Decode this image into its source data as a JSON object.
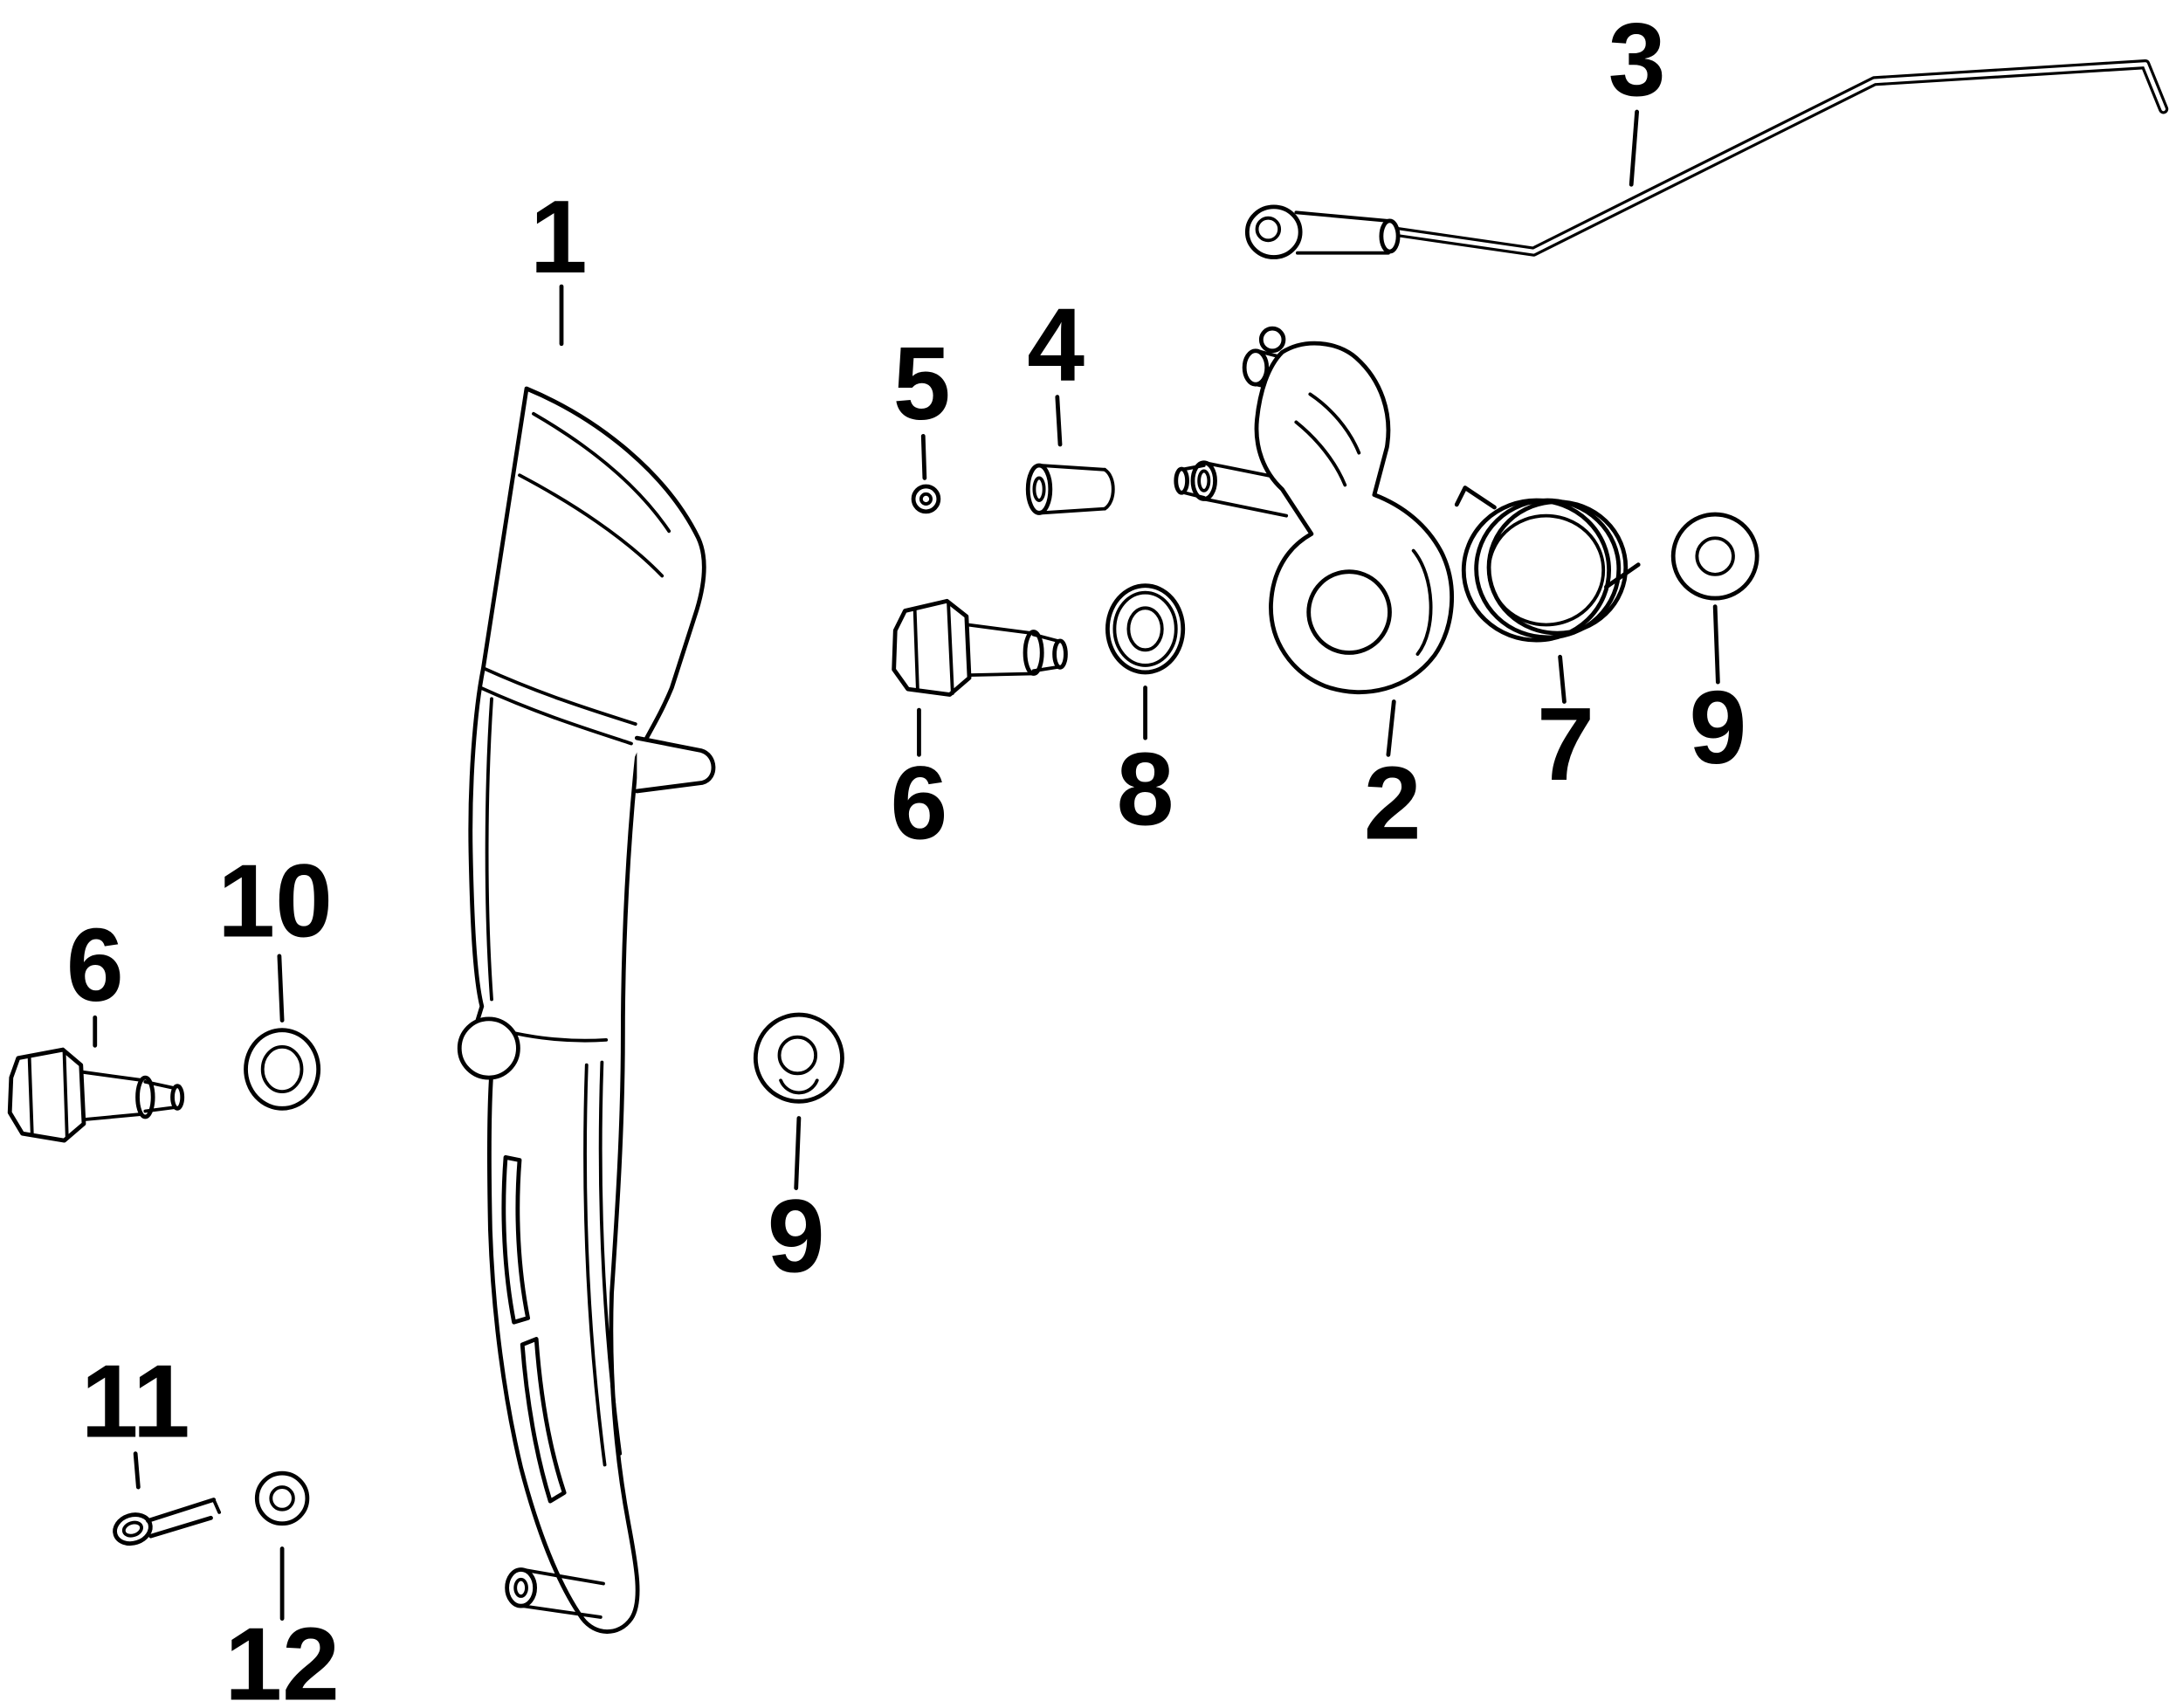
{
  "page": {
    "background_color": "#ffffff",
    "line_color": "#000000"
  },
  "diagram": {
    "type": "exploded-parts-diagram",
    "callouts": [
      {
        "label": "1"
      },
      {
        "label": "3"
      },
      {
        "label": "5"
      },
      {
        "label": "4"
      },
      {
        "label": "6"
      },
      {
        "label": "8"
      },
      {
        "label": "2"
      },
      {
        "label": "7"
      },
      {
        "label": "9"
      },
      {
        "label": "6"
      },
      {
        "label": "10"
      },
      {
        "label": "9"
      },
      {
        "label": "11"
      },
      {
        "label": "12"
      }
    ]
  }
}
